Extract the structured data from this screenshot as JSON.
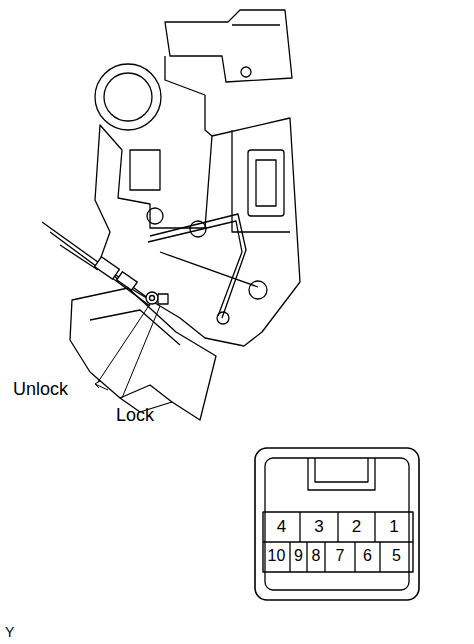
{
  "diagram": {
    "labels": [
      "Unlock",
      "Lock",
      "4",
      "3",
      "2",
      "1",
      "10",
      "9",
      "8",
      "7",
      "6",
      "5",
      "Y"
    ]
  }
}
